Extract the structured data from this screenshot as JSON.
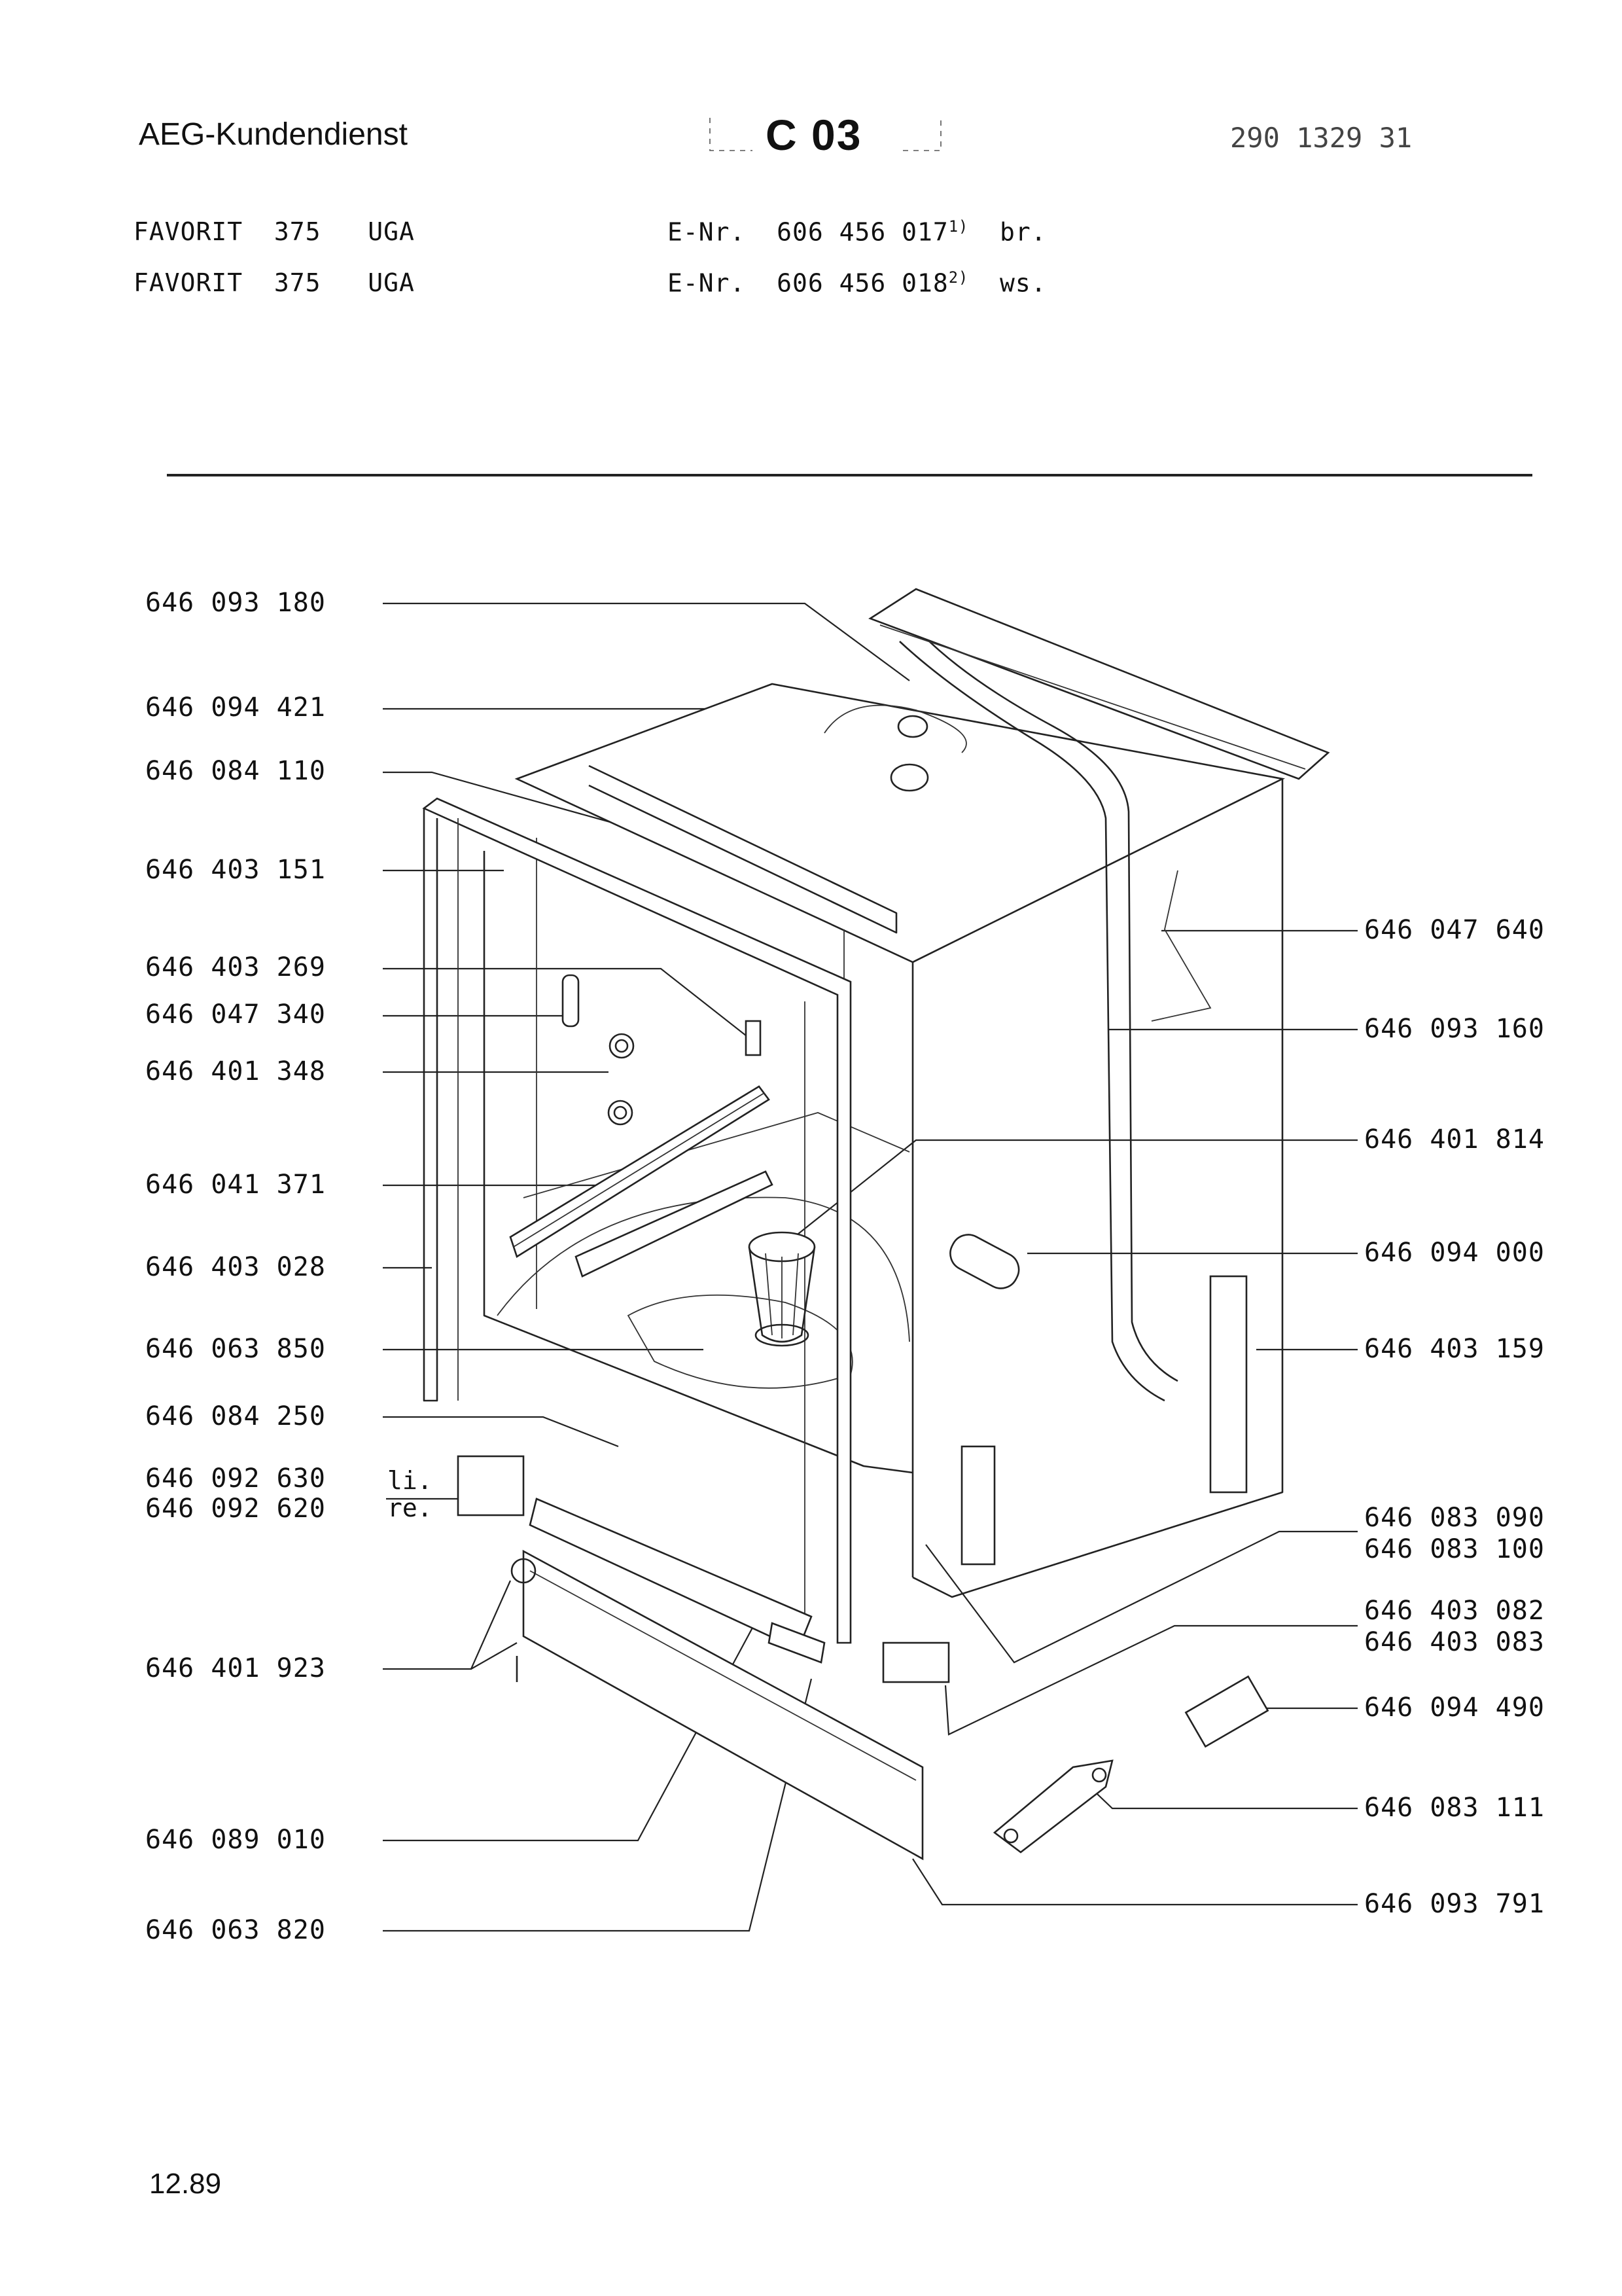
{
  "header": {
    "brand": "AEG-Kundendienst",
    "section_code": "C 03",
    "document_number": "290 1329 31"
  },
  "models": [
    {
      "name": "FAVORIT",
      "number": "375",
      "variant": "UGA",
      "enr_label": "E-Nr.",
      "enr": "606 456 017",
      "note": "1)",
      "color": "br."
    },
    {
      "name": "FAVORIT",
      "number": "375",
      "variant": "UGA",
      "enr_label": "E-Nr.",
      "enr": "606 456 018",
      "note": "2)",
      "color": "ws."
    }
  ],
  "parts_left": [
    "646 093 180",
    "646 094 421",
    "646 084 110",
    "646 403 151",
    "646 403 269",
    "646 047 340",
    "646 401 348",
    "646 041 371",
    "646 403 028",
    "646 063 850",
    "646 084 250",
    "646 092 630",
    "646 092 620",
    "646 401 923",
    "646 089 010",
    "646 063 820"
  ],
  "side_labels": {
    "left": "li.",
    "right": "re."
  },
  "parts_right": [
    "646 047 640",
    "646 093 160",
    "646 401 814",
    "646 094 000",
    "646 403 159",
    "646 083 090",
    "646 083 100",
    "646 403 082",
    "646 403 083",
    "646 094 490",
    "646 083 111",
    "646 093 791"
  ],
  "footer": {
    "date": "12.89"
  }
}
